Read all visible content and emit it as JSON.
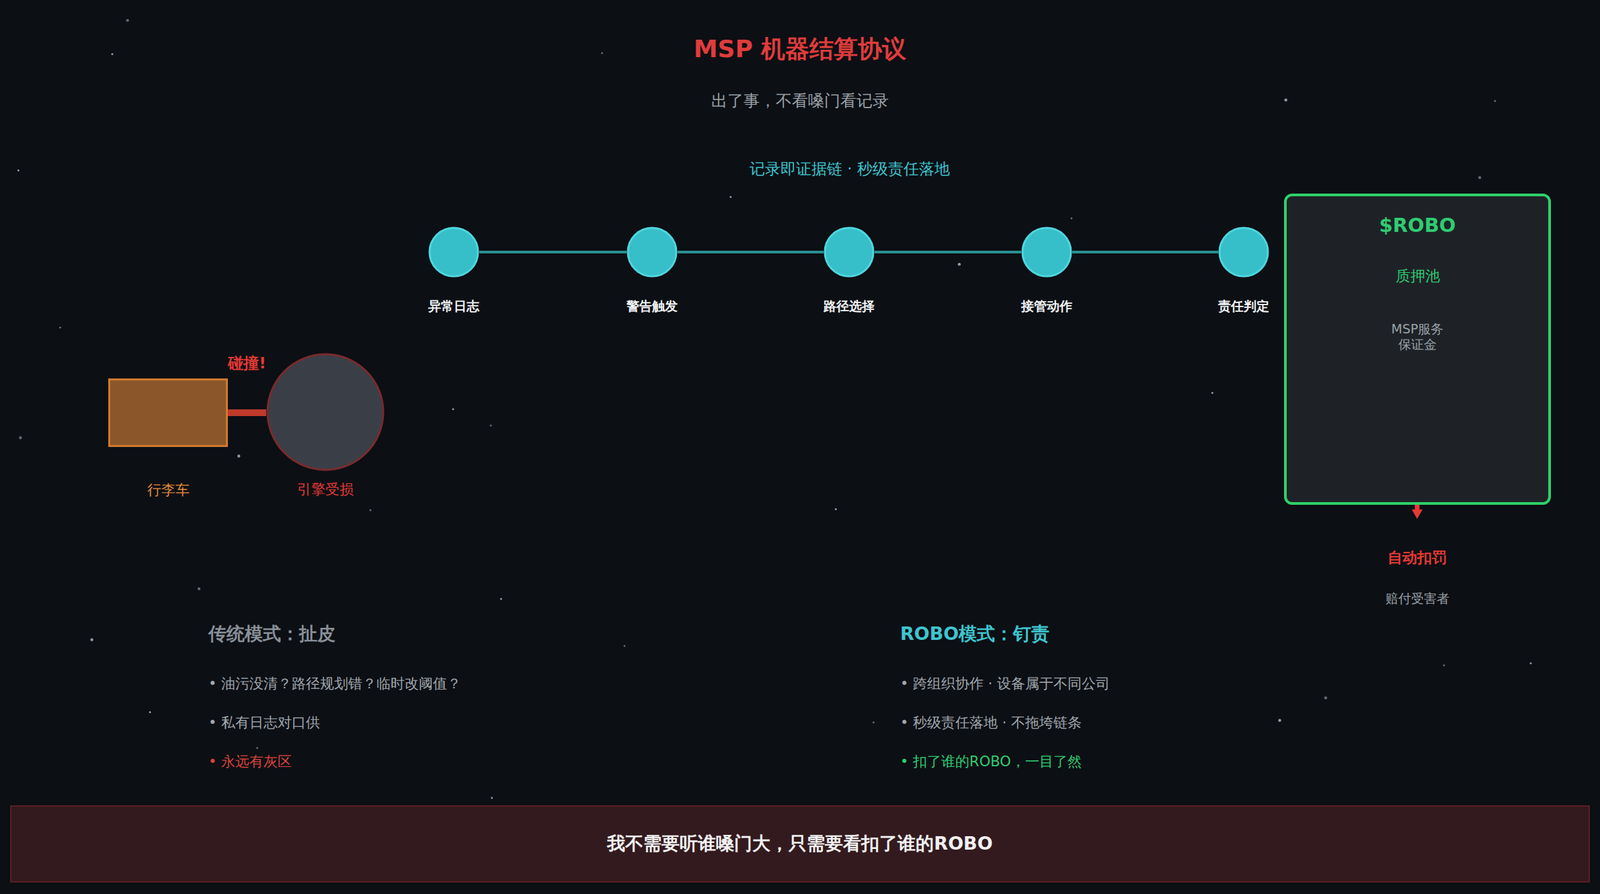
{
  "diagram": {
    "title": "MSP 机器结算协议",
    "nodes": [
      {
        "text": [
          "异常日志"
        ]
      },
      {
        "text": [
          "警告触发"
        ]
      },
      {
        "text": [
          "路径选择"
        ]
      },
      {
        "text": [
          "接管动作"
        ]
      },
      {
        "text": [
          "责任判定"
        ]
      },
      {
        "text": [
          "$ROBO",
          "质押池",
          "MSP服务 保证金"
        ]
      },
      {
        "text": [
          "行李车"
        ]
      },
      {
        "text": [
          "引擎受损"
        ]
      },
      {
        "text": [
          "我不需要听谁嗓门大，只需要看扣了谁的ROBO"
        ]
      }
    ],
    "edges": [
      {
        "from": 0,
        "to": 1,
        "arrow": "none"
      },
      {
        "from": 1,
        "to": 2,
        "arrow": "none"
      },
      {
        "from": 2,
        "to": 3,
        "arrow": "none"
      },
      {
        "from": 3,
        "to": 4,
        "arrow": "none"
      },
      {
        "from": 6,
        "to": 7,
        "label": "碰撞!",
        "arrow": "none"
      }
    ],
    "labels": [
      "出了事，不看嗓门看记录",
      "记录即证据链 · 秒级责任落地",
      "自动扣罚",
      "赔付受害者",
      "传统模式：扯皮",
      "• 油污没清？路径规划错？临时改阈值？",
      "• 私有日志对口供",
      "• 永远有灰区",
      "ROBO模式：钉责",
      "• 跨组织协作 · 设备属于不同公司",
      "• 秒级责任落地 · 不拖垮链条",
      "• 扣了谁的ROBO，一目了然"
    ]
  }
}
